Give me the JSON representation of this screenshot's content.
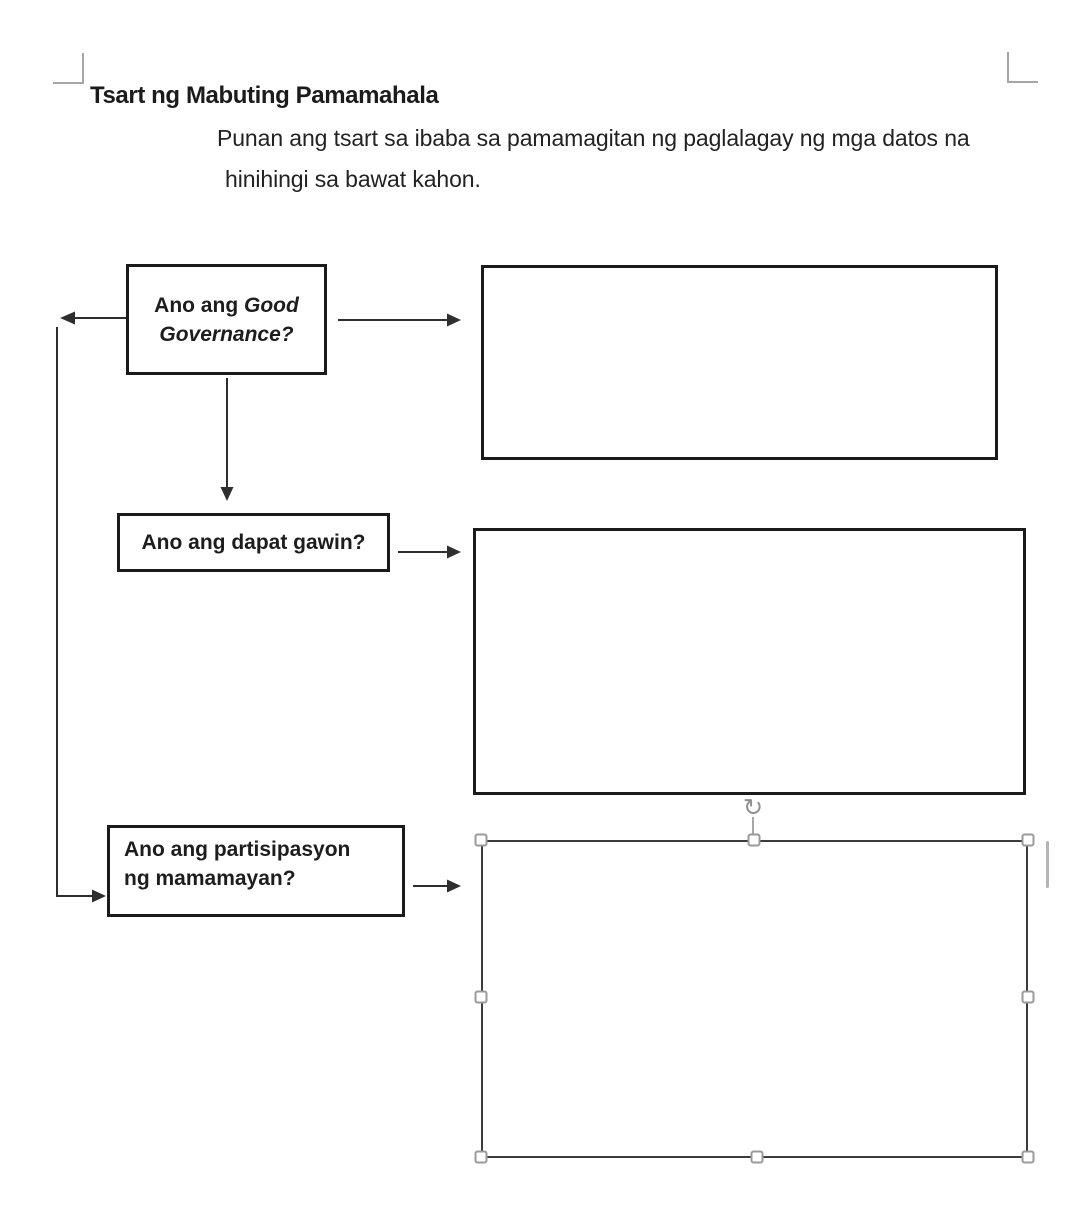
{
  "document": {
    "title": "Tsart ng Mabuting Pamamahala",
    "instructions": {
      "line1": "Punan ang tsart sa ibaba sa pamamagitan ng paglalagay ng mga datos na",
      "line2": "hinihingi sa bawat kahon."
    }
  },
  "flowchart": {
    "question_boxes": [
      {
        "id": "good-governance",
        "line1_regular": "Ano ang",
        "line1_italic": "Good",
        "line2_italic": "Governance?"
      },
      {
        "id": "dapat-gawin",
        "label": "Ano ang dapat gawin?"
      },
      {
        "id": "partisipasyon",
        "line1": "Ano ang partisipasyon",
        "line2": "ng mamamayan?"
      }
    ],
    "answer_boxes": [
      {
        "id": "answer-1",
        "value": "",
        "selected": false
      },
      {
        "id": "answer-2",
        "value": "",
        "selected": false
      },
      {
        "id": "answer-3",
        "value": "",
        "selected": true
      }
    ],
    "connectors": [
      {
        "from": "question-good-governance",
        "to": "answer-1",
        "direction": "right"
      },
      {
        "from": "question-good-governance",
        "to": "question-dapat-gawin",
        "direction": "down"
      },
      {
        "from": "question-good-governance",
        "to": "question-partisipasyon",
        "direction": "left-down-right"
      },
      {
        "from": "question-dapat-gawin",
        "to": "answer-2",
        "direction": "right"
      },
      {
        "from": "question-partisipasyon",
        "to": "answer-3",
        "direction": "right"
      }
    ]
  },
  "icons": {
    "rotate_handle": "↻"
  },
  "colors": {
    "box_border": "#1b1b1b",
    "selected_box_border": "#3c3c3c",
    "text": "#1d1d1d",
    "handle_border": "#9a9a9a",
    "corner_mark": "#a6a6a6",
    "scroll_indicator": "#b5b5b5"
  }
}
